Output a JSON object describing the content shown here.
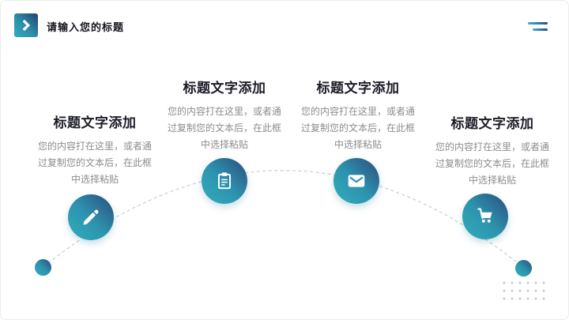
{
  "header": {
    "title": "请输入您的标题"
  },
  "steps": [
    {
      "title": "标题文字添加",
      "body": "您的内容打在这里，或者通过复制您的文本后，在此框中选择粘贴",
      "icon": "pencil-icon"
    },
    {
      "title": "标题文字添加",
      "body": "您的内容打在这里，或者通过复制您的文本后，在此框中选择粘贴",
      "icon": "clipboard-icon"
    },
    {
      "title": "标题文字添加",
      "body": "您的内容打在这里，或者通过复制您的文本后，在此框中选择粘贴",
      "icon": "envelope-icon"
    },
    {
      "title": "标题文字添加",
      "body": "您的内容打在这里，或者通过复制您的文本后，在此框中选择粘贴",
      "icon": "cart-icon"
    }
  ],
  "colors": {
    "teal": "#30AEBA",
    "navy": "#2B4B7D",
    "title_text": "#1D1D28",
    "body_text": "#8C8C8C",
    "connector_line": "#C9CCD1",
    "dot_grid": "#C9C9D6"
  }
}
